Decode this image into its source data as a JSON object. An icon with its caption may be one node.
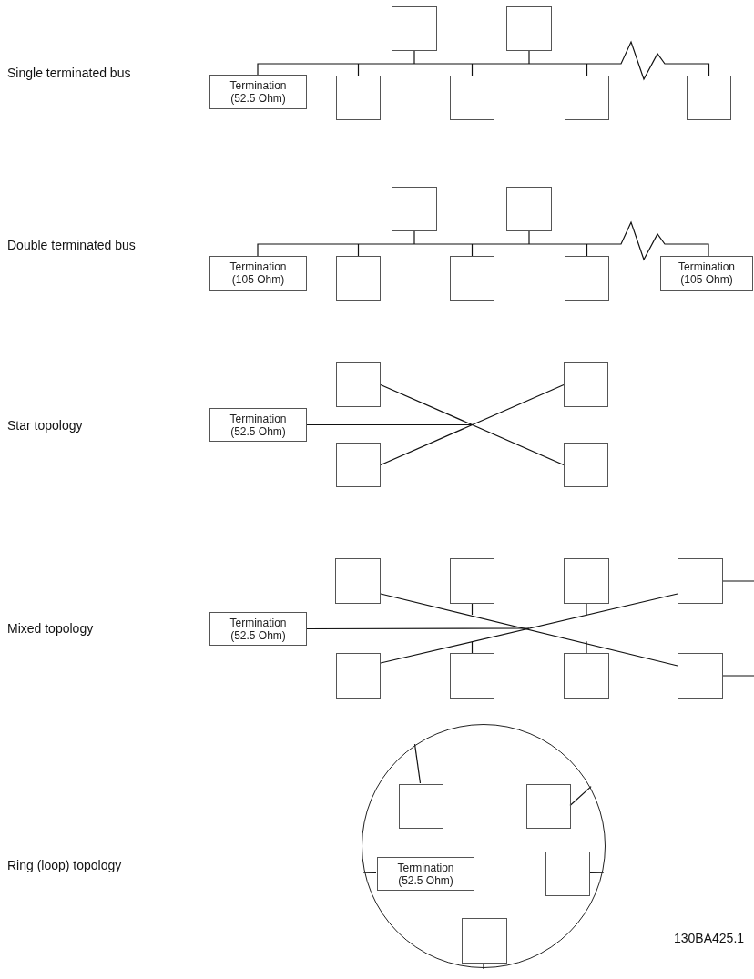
{
  "diagram": {
    "nodes": [
      {
        "text": [],
        "shape": "box"
      },
      {
        "text": [],
        "shape": "box"
      },
      {
        "text": [
          "Termination (52.5 Ohm)"
        ]
      },
      {
        "text": [],
        "shape": "box"
      },
      {
        "text": [],
        "shape": "box"
      },
      {
        "text": [],
        "shape": "box"
      },
      {
        "text": [],
        "shape": "box"
      },
      {
        "text": [],
        "shape": "box"
      },
      {
        "text": [],
        "shape": "box"
      },
      {
        "text": [
          "Termination (105 Ohm)"
        ]
      },
      {
        "text": [],
        "shape": "box"
      },
      {
        "text": [],
        "shape": "box"
      },
      {
        "text": [],
        "shape": "box"
      },
      {
        "text": [
          "Termination (105 Ohm)"
        ]
      },
      {
        "text": [],
        "shape": "box"
      },
      {
        "text": [],
        "shape": "box"
      },
      {
        "text": [
          "Termination (52.5 Ohm)"
        ]
      },
      {
        "text": [],
        "shape": "box"
      },
      {
        "text": [],
        "shape": "box"
      },
      {
        "text": [],
        "shape": "box"
      },
      {
        "text": [],
        "shape": "box"
      },
      {
        "text": [],
        "shape": "box"
      },
      {
        "text": [],
        "shape": "box"
      },
      {
        "text": [
          "Termination (52.5 Ohm)"
        ]
      },
      {
        "text": [],
        "shape": "box"
      },
      {
        "text": [],
        "shape": "box"
      },
      {
        "text": [],
        "shape": "box"
      },
      {
        "text": [],
        "shape": "box"
      },
      {
        "text": [],
        "shape": "circle"
      },
      {
        "text": [],
        "shape": "box",
        "in": 28
      },
      {
        "text": [],
        "shape": "box",
        "in": 28
      },
      {
        "text": [
          "Termination (52.5 Ohm)"
        ],
        "in": 28
      },
      {
        "text": [],
        "shape": "box",
        "in": 28
      },
      {
        "text": [],
        "shape": "box",
        "in": 28
      }
    ],
    "edges": [
      {
        "from": 2,
        "to": 6,
        "arrow": "none"
      },
      {
        "from": 0,
        "to": null,
        "arrow": "none"
      },
      {
        "from": 1,
        "to": null,
        "arrow": "none"
      },
      {
        "from": 3,
        "to": null,
        "arrow": "none"
      },
      {
        "from": 4,
        "to": null,
        "arrow": "none"
      },
      {
        "from": 5,
        "to": null,
        "arrow": "none"
      },
      {
        "from": 9,
        "to": 13,
        "arrow": "none"
      },
      {
        "from": 7,
        "to": null,
        "arrow": "none"
      },
      {
        "from": 8,
        "to": null,
        "arrow": "none"
      },
      {
        "from": 10,
        "to": null,
        "arrow": "none"
      },
      {
        "from": 11,
        "to": null,
        "arrow": "none"
      },
      {
        "from": 12,
        "to": null,
        "arrow": "none"
      },
      {
        "from": 14,
        "to": 18,
        "arrow": "none"
      },
      {
        "from": 17,
        "to": 15,
        "arrow": "none"
      },
      {
        "from": 16,
        "to": null,
        "arrow": "none"
      },
      {
        "from": 19,
        "to": 27,
        "arrow": "none"
      },
      {
        "from": 24,
        "to": 22,
        "arrow": "none"
      },
      {
        "from": 23,
        "to": null,
        "arrow": "none"
      },
      {
        "from": 20,
        "to": null,
        "arrow": "none"
      },
      {
        "from": 21,
        "to": null,
        "arrow": "none"
      },
      {
        "from": 25,
        "to": null,
        "arrow": "none"
      },
      {
        "from": 26,
        "to": null,
        "arrow": "none"
      },
      {
        "from": 22,
        "to": null,
        "arrow": "none"
      },
      {
        "from": 27,
        "to": null,
        "arrow": "none"
      },
      {
        "from": 29,
        "to": 28,
        "arrow": "none"
      },
      {
        "from": 30,
        "to": 28,
        "arrow": "none"
      },
      {
        "from": 31,
        "to": 28,
        "arrow": "none"
      },
      {
        "from": 32,
        "to": 28,
        "arrow": "none"
      },
      {
        "from": 33,
        "to": 28,
        "arrow": "none"
      }
    ],
    "labels": [
      "Single terminated bus",
      "Double terminated bus",
      "Star topology",
      "Mixed topology",
      "Ring (loop) topology",
      "130BA425.1"
    ]
  }
}
